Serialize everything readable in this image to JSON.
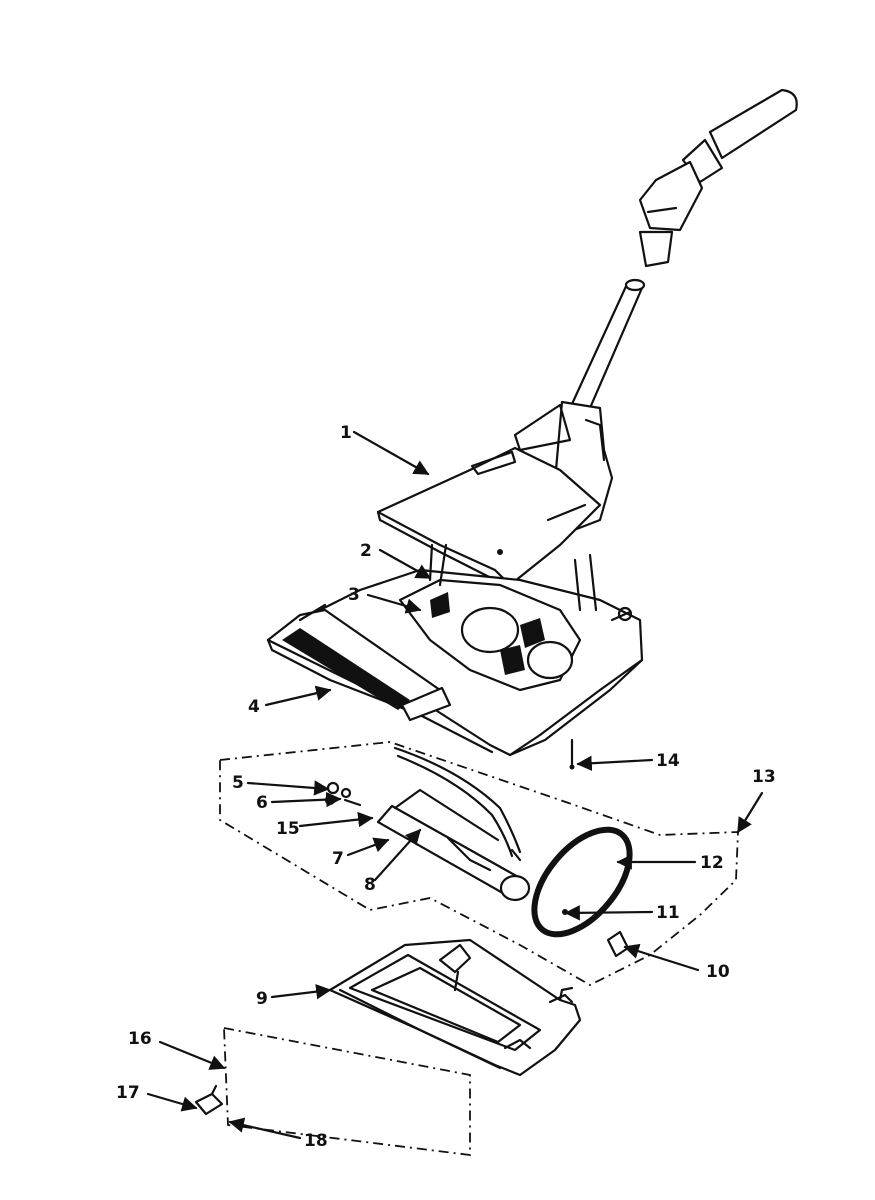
{
  "callouts": [
    {
      "id": "c1",
      "text": "1"
    },
    {
      "id": "c2",
      "text": "2"
    },
    {
      "id": "c3",
      "text": "3"
    },
    {
      "id": "c4",
      "text": "4"
    },
    {
      "id": "c5",
      "text": "5"
    },
    {
      "id": "c6",
      "text": "6"
    },
    {
      "id": "c15",
      "text": "15"
    },
    {
      "id": "c7",
      "text": "7"
    },
    {
      "id": "c8",
      "text": "8"
    },
    {
      "id": "c9",
      "text": "9"
    },
    {
      "id": "c10",
      "text": "10"
    },
    {
      "id": "c11",
      "text": "11"
    },
    {
      "id": "c12",
      "text": "12"
    },
    {
      "id": "c13",
      "text": "13"
    },
    {
      "id": "c14",
      "text": "14"
    },
    {
      "id": "c16",
      "text": "16"
    },
    {
      "id": "c17",
      "text": "17"
    },
    {
      "id": "c18",
      "text": "18"
    }
  ]
}
